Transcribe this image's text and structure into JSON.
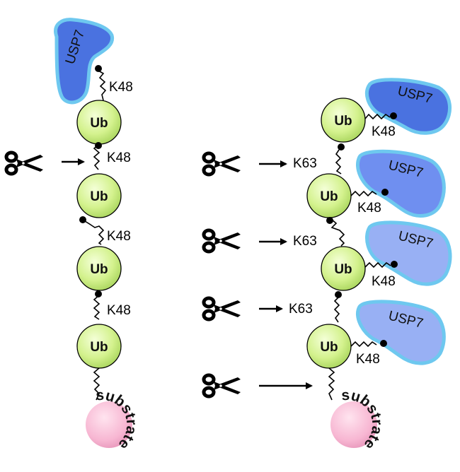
{
  "ubiquitin_label": "Ub",
  "substrate_label": "substrate",
  "enzyme_label": "USP7",
  "left_chain": {
    "top_link": "K48",
    "links": [
      "K48",
      "K48",
      "K48"
    ]
  },
  "right_chain": {
    "links": [
      "K63",
      "K63",
      "K63"
    ],
    "side_links": [
      "K48",
      "K48",
      "K48",
      "K48"
    ]
  },
  "colors": {
    "ubiquitin": "#d4f28e",
    "substrate": "#f7b6d2",
    "usp7_dark": "#4a72e0",
    "usp7_mid": "#6f8ff0",
    "usp7_light": "#98b0f4",
    "usp7_outline": "#6ec8ef"
  },
  "icons": [
    "scissors-icon",
    "arrow-icon"
  ]
}
